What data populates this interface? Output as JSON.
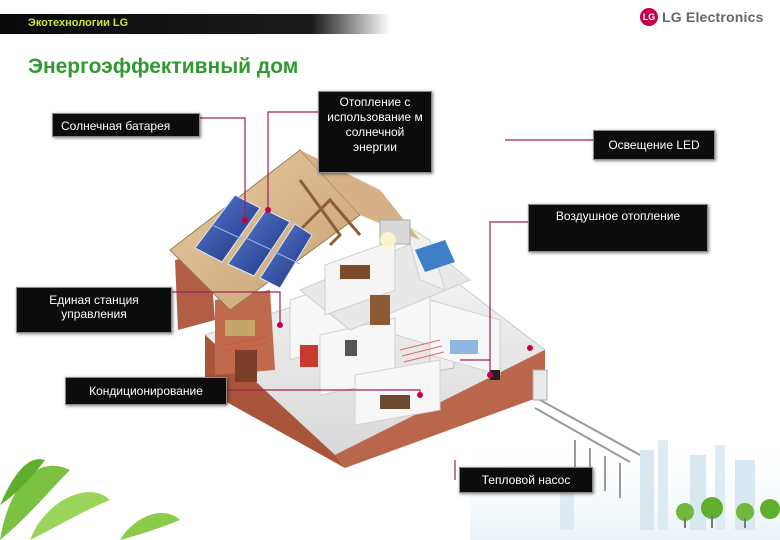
{
  "header": {
    "tag": "Экотехнологии LG",
    "logo_mark": "LG",
    "logo_text": "LG Electronics"
  },
  "title": "Энергоэффективный дом",
  "labels": {
    "solar_battery": "Солнечная батарея",
    "solar_heating": "Отопление с использование м солнечной энергии",
    "led_lighting": "Освещение LED",
    "air_heating": "Воздушное отопление",
    "control_station": "Единая станция управления",
    "air_conditioning": "Кондиционирование",
    "heat_pump": "Тепловой насос"
  },
  "colors": {
    "title": "#2f9a2f",
    "header_tag": "#c8e63a",
    "connector": "#a0205a",
    "label_bg": "#0c0c0c",
    "brand": "#c4004e"
  }
}
